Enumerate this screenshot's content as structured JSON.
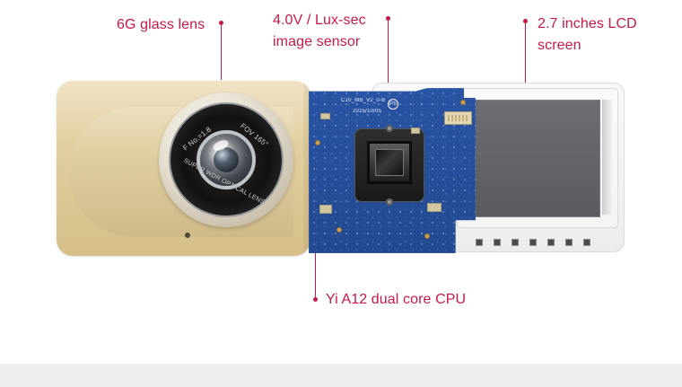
{
  "labels": {
    "lens": "6G glass lens",
    "sensor_line_1": "4.0V / Lux-sec",
    "sensor_line_2": "image sensor",
    "screen_line_1": "2.7 inches LCD",
    "screen_line_2": "screen",
    "cpu": "Yi A12 dual core CPU"
  },
  "lens_markings": {
    "fno": "F No.=1.8",
    "fov": "FOV 165°",
    "bottom": "SUPER WDR OPTICAL LENS"
  },
  "board_markings": {
    "title": "C10_MB_V2_0-B",
    "date": "2015/10/05",
    "pb": "Pb"
  },
  "colors": {
    "accent": "#c8184a",
    "gold_shell": "#d8c28e",
    "board_blue": "#2854a4",
    "screen_gray": "#5f6166",
    "footer_band": "#f1efed"
  },
  "icons": {
    "lens_icon": "lens-icon",
    "sensor_icon": "image-sensor-icon",
    "screen_icon": "lcd-screen-icon",
    "cpu_icon": "cpu-icon"
  }
}
